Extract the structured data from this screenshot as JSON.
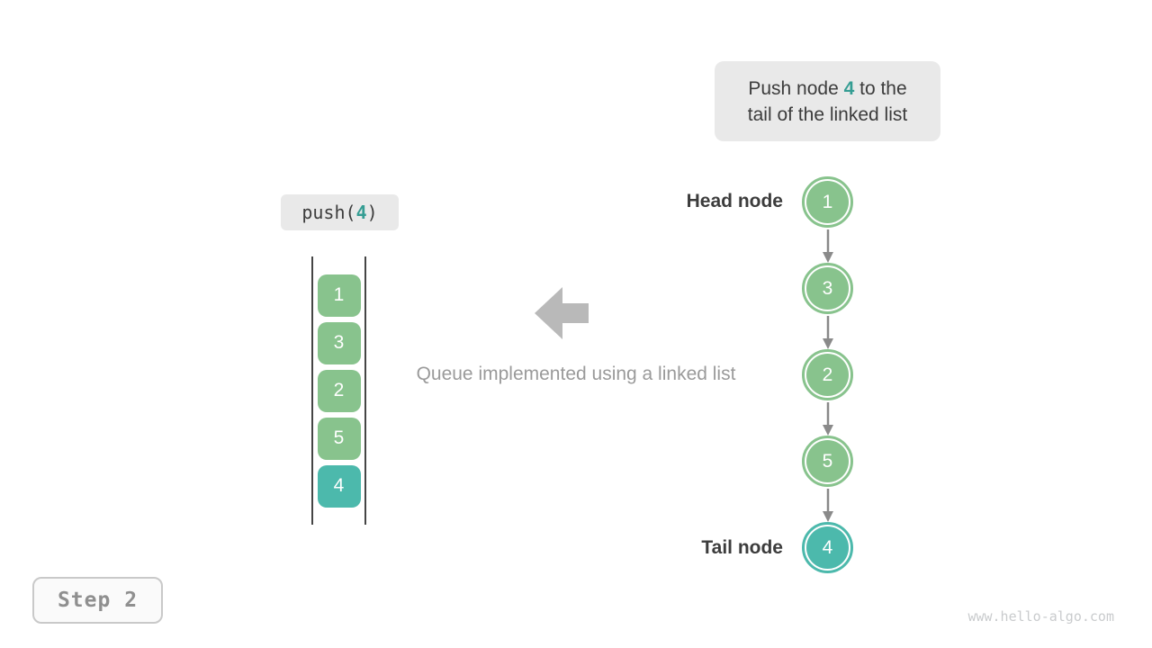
{
  "theme": {
    "green": "#88c38d",
    "teal": "#4cb9ac",
    "teal-dark": "#359d93",
    "ink": "#3c3c3c",
    "muted": "#9a9a9a",
    "arrow": "#b9b9b9",
    "connector": "#8a8a8a",
    "chip-bg": "#e9e9e9",
    "frame-line": "#454545",
    "step-border": "#c9c9c9",
    "step-bg": "#fafafa",
    "step-text": "#8f8f8f",
    "watermark": "#c9cbcd"
  },
  "callout": {
    "line1_before": "Push node ",
    "value": "4",
    "line1_after": " to the",
    "line2": "tail of the linked list"
  },
  "push_call": {
    "prefix": "push(",
    "value": "4",
    "suffix": ")"
  },
  "queue_stack": {
    "items": [
      "1",
      "3",
      "2",
      "5",
      "4"
    ],
    "new_item_index": 4
  },
  "caption": "Queue implemented using a linked list",
  "linked_list": {
    "head_label": "Head node",
    "tail_label": "Tail node",
    "nodes": [
      "1",
      "3",
      "2",
      "5",
      "4"
    ],
    "new_node_index": 4
  },
  "step_badge": "Step 2",
  "watermark": "www.hello-algo.com"
}
